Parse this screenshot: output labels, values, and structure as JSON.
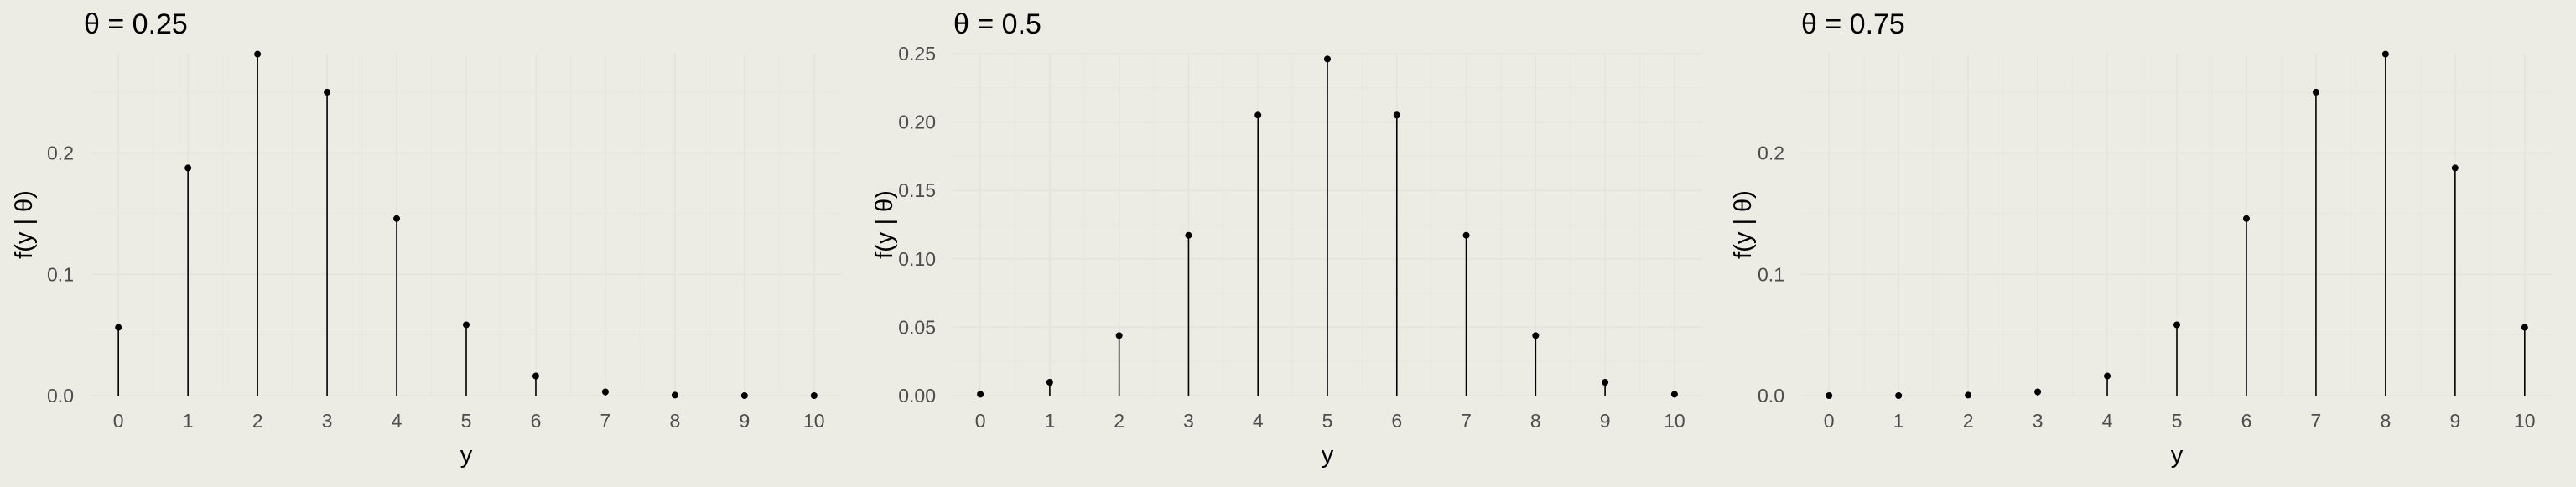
{
  "chart_data": [
    {
      "type": "lollipop",
      "title": "θ = 0.25",
      "xlabel": "y",
      "ylabel": "f(y | θ)",
      "x": [
        0,
        1,
        2,
        3,
        4,
        5,
        6,
        7,
        8,
        9,
        10
      ],
      "values": [
        0.0563,
        0.1877,
        0.2816,
        0.2503,
        0.146,
        0.0584,
        0.0162,
        0.0031,
        0.0004,
        0.0,
        0.0
      ],
      "xlim": [
        -0.4,
        10.4
      ],
      "ylim": [
        0,
        0.282
      ],
      "y_ticks": [
        0.0,
        0.1,
        0.2
      ],
      "y_tick_labels": [
        "0.0",
        "0.1",
        "0.2"
      ],
      "x_ticks": [
        0,
        1,
        2,
        3,
        4,
        5,
        6,
        7,
        8,
        9,
        10
      ],
      "grid": true
    },
    {
      "type": "lollipop",
      "title": "θ = 0.5",
      "xlabel": "y",
      "ylabel": "f(y | θ)",
      "x": [
        0,
        1,
        2,
        3,
        4,
        5,
        6,
        7,
        8,
        9,
        10
      ],
      "values": [
        0.001,
        0.0098,
        0.0439,
        0.1172,
        0.2051,
        0.2461,
        0.2051,
        0.1172,
        0.0439,
        0.0098,
        0.001
      ],
      "xlim": [
        -0.4,
        10.4
      ],
      "ylim": [
        0,
        0.25
      ],
      "y_ticks": [
        0.0,
        0.05,
        0.1,
        0.15,
        0.2,
        0.25
      ],
      "y_tick_labels": [
        "0.00",
        "0.05",
        "0.10",
        "0.15",
        "0.20",
        "0.25"
      ],
      "x_ticks": [
        0,
        1,
        2,
        3,
        4,
        5,
        6,
        7,
        8,
        9,
        10
      ],
      "grid": true
    },
    {
      "type": "lollipop",
      "title": "θ = 0.75",
      "xlabel": "y",
      "ylabel": "f(y | θ)",
      "x": [
        0,
        1,
        2,
        3,
        4,
        5,
        6,
        7,
        8,
        9,
        10
      ],
      "values": [
        0.0,
        0.0,
        0.0004,
        0.0031,
        0.0162,
        0.0584,
        0.146,
        0.2503,
        0.2816,
        0.1877,
        0.0563
      ],
      "xlim": [
        -0.4,
        10.4
      ],
      "ylim": [
        0,
        0.282
      ],
      "y_ticks": [
        0.0,
        0.1,
        0.2
      ],
      "y_tick_labels": [
        "0.0",
        "0.1",
        "0.2"
      ],
      "x_ticks": [
        0,
        1,
        2,
        3,
        4,
        5,
        6,
        7,
        8,
        9,
        10
      ],
      "grid": true
    }
  ]
}
